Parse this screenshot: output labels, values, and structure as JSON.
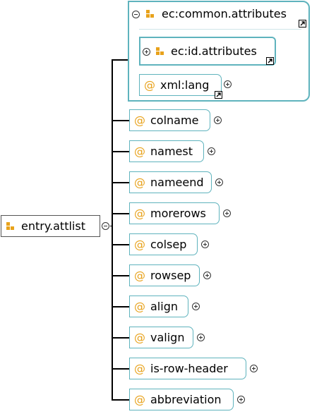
{
  "root": {
    "label": "entry.attlist"
  },
  "group": {
    "label": "ec:common.attributes",
    "inner_group": {
      "label": "ec:id.attributes"
    },
    "xml_lang": {
      "label": "xml:lang"
    }
  },
  "attribute_symbol": "@",
  "attributes": [
    "colname",
    "namest",
    "nameend",
    "morerows",
    "colsep",
    "rowsep",
    "align",
    "valign",
    "is-row-header",
    "abbreviation"
  ],
  "colors": {
    "border": "#5fb3bd",
    "accent": "#e8a21b"
  }
}
